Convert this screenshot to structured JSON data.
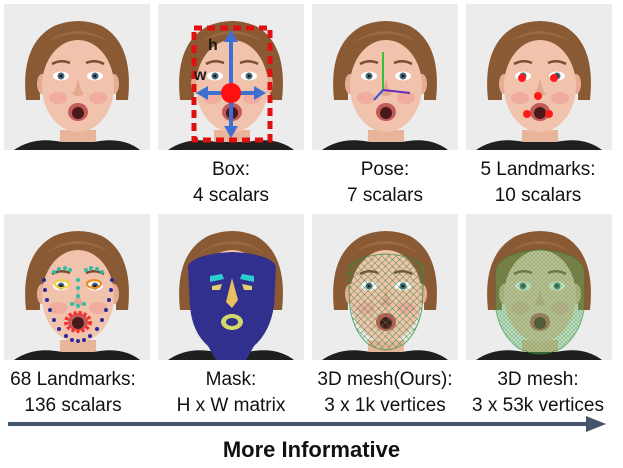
{
  "panels": [
    {
      "id": "original",
      "caption_line1": "",
      "caption_line2": "",
      "overlay": "none"
    },
    {
      "id": "box",
      "caption_line1": "Box:",
      "caption_line2": "4 scalars",
      "overlay": "box",
      "box_labels": {
        "h": "h",
        "w": "w"
      }
    },
    {
      "id": "pose",
      "caption_line1": "Pose:",
      "caption_line2": "7 scalars",
      "overlay": "pose"
    },
    {
      "id": "landmarks5",
      "caption_line1": "5 Landmarks:",
      "caption_line2": "10 scalars",
      "overlay": "landmarks5"
    },
    {
      "id": "landmarks68",
      "caption_line1": "68 Landmarks:",
      "caption_line2": "136 scalars",
      "overlay": "landmarks68"
    },
    {
      "id": "mask",
      "caption_line1": "Mask:",
      "caption_line2": "H x W matrix",
      "overlay": "mask"
    },
    {
      "id": "mesh_ours",
      "caption_line1": "3D mesh(Ours):",
      "caption_line2": "3 x 1k vertices",
      "overlay": "mesh_sparse"
    },
    {
      "id": "mesh_dense",
      "caption_line1": "3D mesh:",
      "caption_line2": "3 x 53k vertices",
      "overlay": "mesh_dense"
    }
  ],
  "footer_label": "More Informative",
  "colors": {
    "arrow": "#44546a",
    "box_dashes": "#e01010",
    "box_arrows": "#3f6fd0",
    "landmark_red": "#ff1a1a",
    "mask_face": "#31308f",
    "mesh_green": "#2f8f3f"
  }
}
